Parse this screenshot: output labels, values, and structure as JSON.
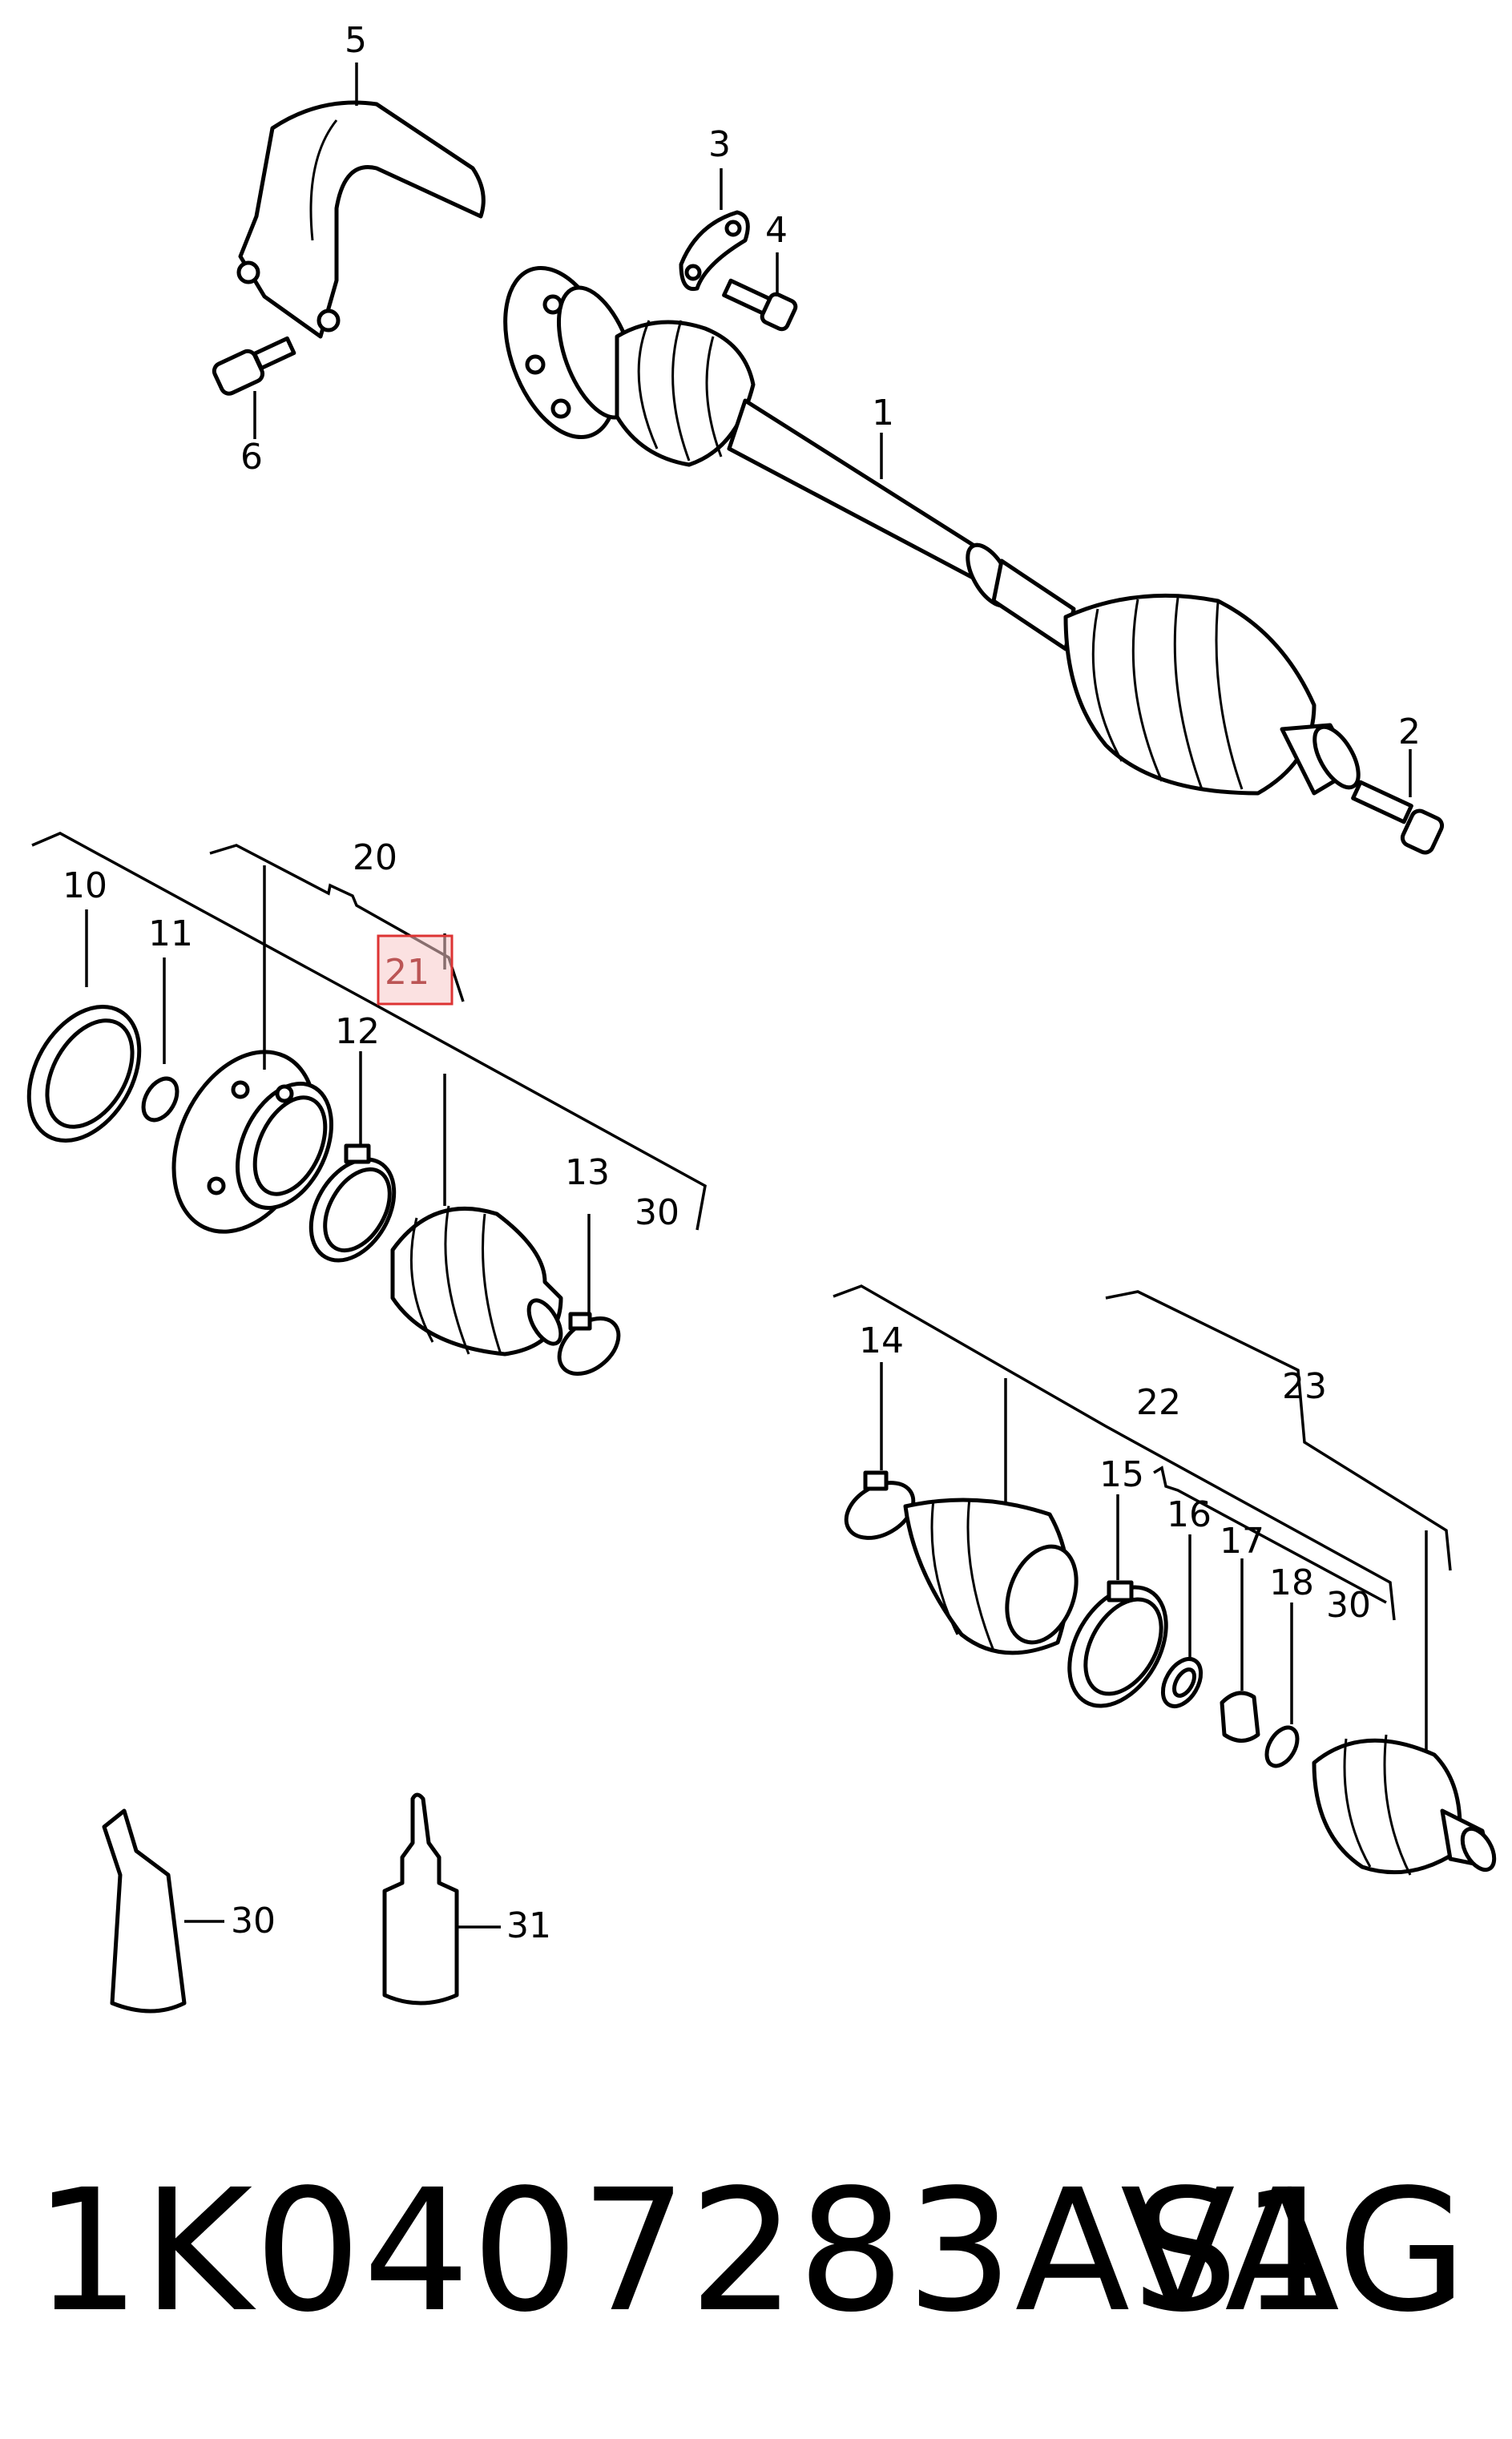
{
  "callouts": {
    "c1": "1",
    "c2": "2",
    "c3": "3",
    "c4": "4",
    "c5": "5",
    "c6": "6",
    "c10": "10",
    "c11": "11",
    "c12": "12",
    "c13": "13",
    "c14": "14",
    "c15": "15",
    "c16": "16",
    "c17": "17",
    "c18": "18",
    "c20": "20",
    "c21": "21",
    "c22": "22",
    "c23": "23",
    "c30a": "30",
    "c30b": "30",
    "c30c": "30",
    "c31": "31"
  },
  "highlighted_callout": "21",
  "highlight_color": "#f7c9c9",
  "footer": {
    "part_number": "1K0407283AS1",
    "brand": "VAG"
  }
}
